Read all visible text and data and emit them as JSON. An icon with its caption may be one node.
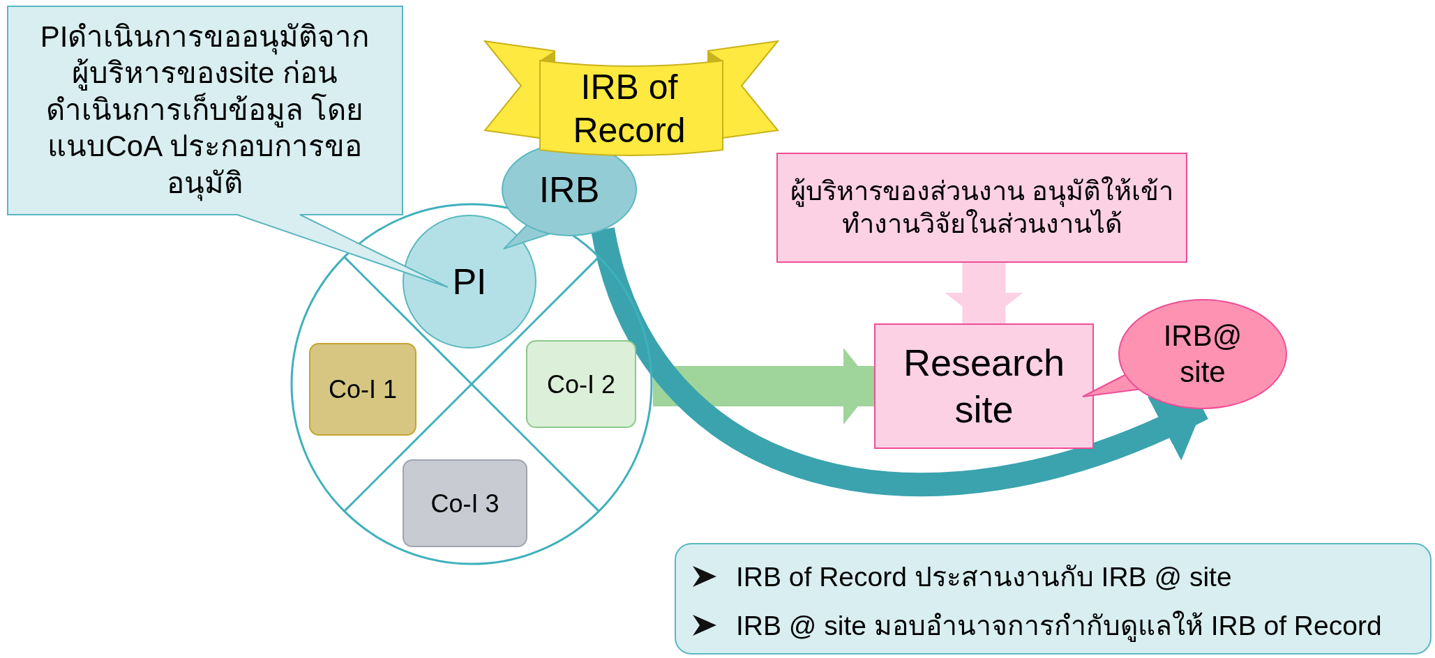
{
  "diagram": {
    "nodes": [
      {
        "text": [
          "PIดำเนินการขออนุมัติจากผู้บริหารของsite ก่อนดำเนินการเก็บข้อมูล โดยแนบCoA ประกอบการขออนุมัติ"
        ]
      },
      {
        "text": [
          "IRB of Record"
        ]
      },
      {
        "text": [],
        "shape": "circle"
      },
      {
        "text": [
          "IRB"
        ]
      },
      {
        "text": [
          "PI"
        ],
        "in": 2
      },
      {
        "text": [
          "Co-I 1"
        ],
        "in": 2
      },
      {
        "text": [
          "Co-I 2"
        ],
        "in": 2
      },
      {
        "text": [
          "Co-I 3"
        ],
        "in": 2
      },
      {
        "text": [
          "ผู้บริหารของส่วนงาน อนุมัติให้เข้าทำงานวิจัยในส่วนงานได้"
        ]
      },
      {
        "text": [
          "Research site"
        ]
      },
      {
        "text": [
          "IRB@ site"
        ]
      },
      {
        "text": [
          "IRB of Record ประสานงานกับ IRB @ site",
          "IRB @ site มอบอำนาจการกำกับดูแลให้ IRB of Record"
        ]
      }
    ],
    "edges": [
      {
        "from": 8,
        "to": 9,
        "arrow": "to",
        "color": "#fdd1e4"
      },
      {
        "from": 2,
        "to": 9,
        "arrow": "to",
        "color": "#9fd49a"
      },
      {
        "from": 3,
        "to": 10,
        "arrow": "to",
        "color": "#3aa3ae"
      }
    ]
  }
}
